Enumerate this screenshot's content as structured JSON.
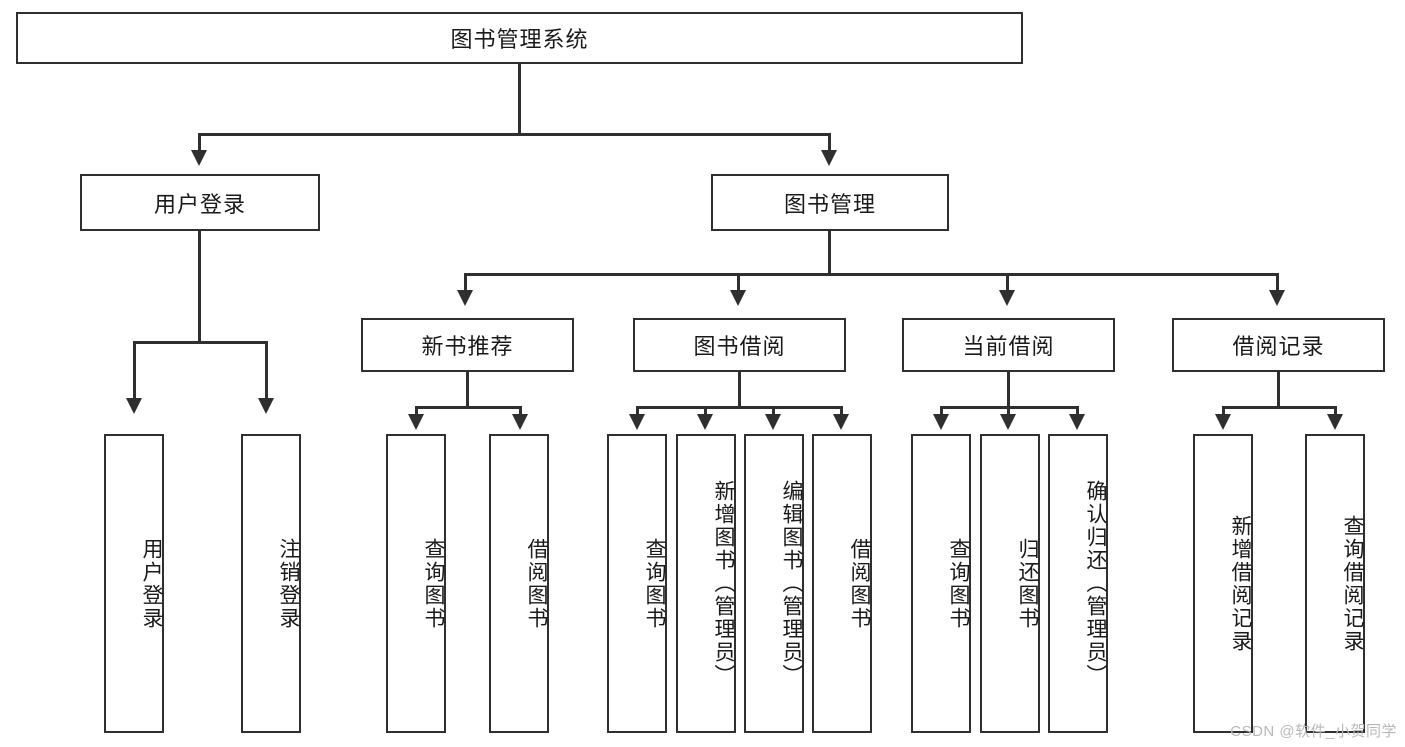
{
  "diagram": {
    "title": "图书管理系统",
    "root": {
      "label": "图书管理系统"
    },
    "level1": [
      {
        "label": "用户登录"
      },
      {
        "label": "图书管理"
      }
    ],
    "level2": [
      {
        "label": "新书推荐"
      },
      {
        "label": "图书借阅"
      },
      {
        "label": "当前借阅"
      },
      {
        "label": "借阅记录"
      }
    ],
    "leaves": {
      "user_login": [
        {
          "label": "用户登录"
        },
        {
          "label": "注销登录"
        }
      ],
      "new_book_recommend": [
        {
          "label": "查询图书"
        },
        {
          "label": "借阅图书"
        }
      ],
      "book_borrow": [
        {
          "label": "查询图书"
        },
        {
          "label": "新增图书（管理员）"
        },
        {
          "label": "编辑图书（管理员）"
        },
        {
          "label": "借阅图书"
        }
      ],
      "current_borrow": [
        {
          "label": "查询图书"
        },
        {
          "label": "归还图书"
        },
        {
          "label": "确认归还（管理员）"
        }
      ],
      "borrow_record": [
        {
          "label": "新增借阅记录"
        },
        {
          "label": "查询借阅记录"
        }
      ]
    }
  },
  "watermark": {
    "text": "CSDN @软件_小贺同学"
  },
  "colors": {
    "border": "#2f2f2f",
    "background": "#ffffff",
    "text": "#1a1a1a",
    "watermark": "#b8b8b8"
  }
}
